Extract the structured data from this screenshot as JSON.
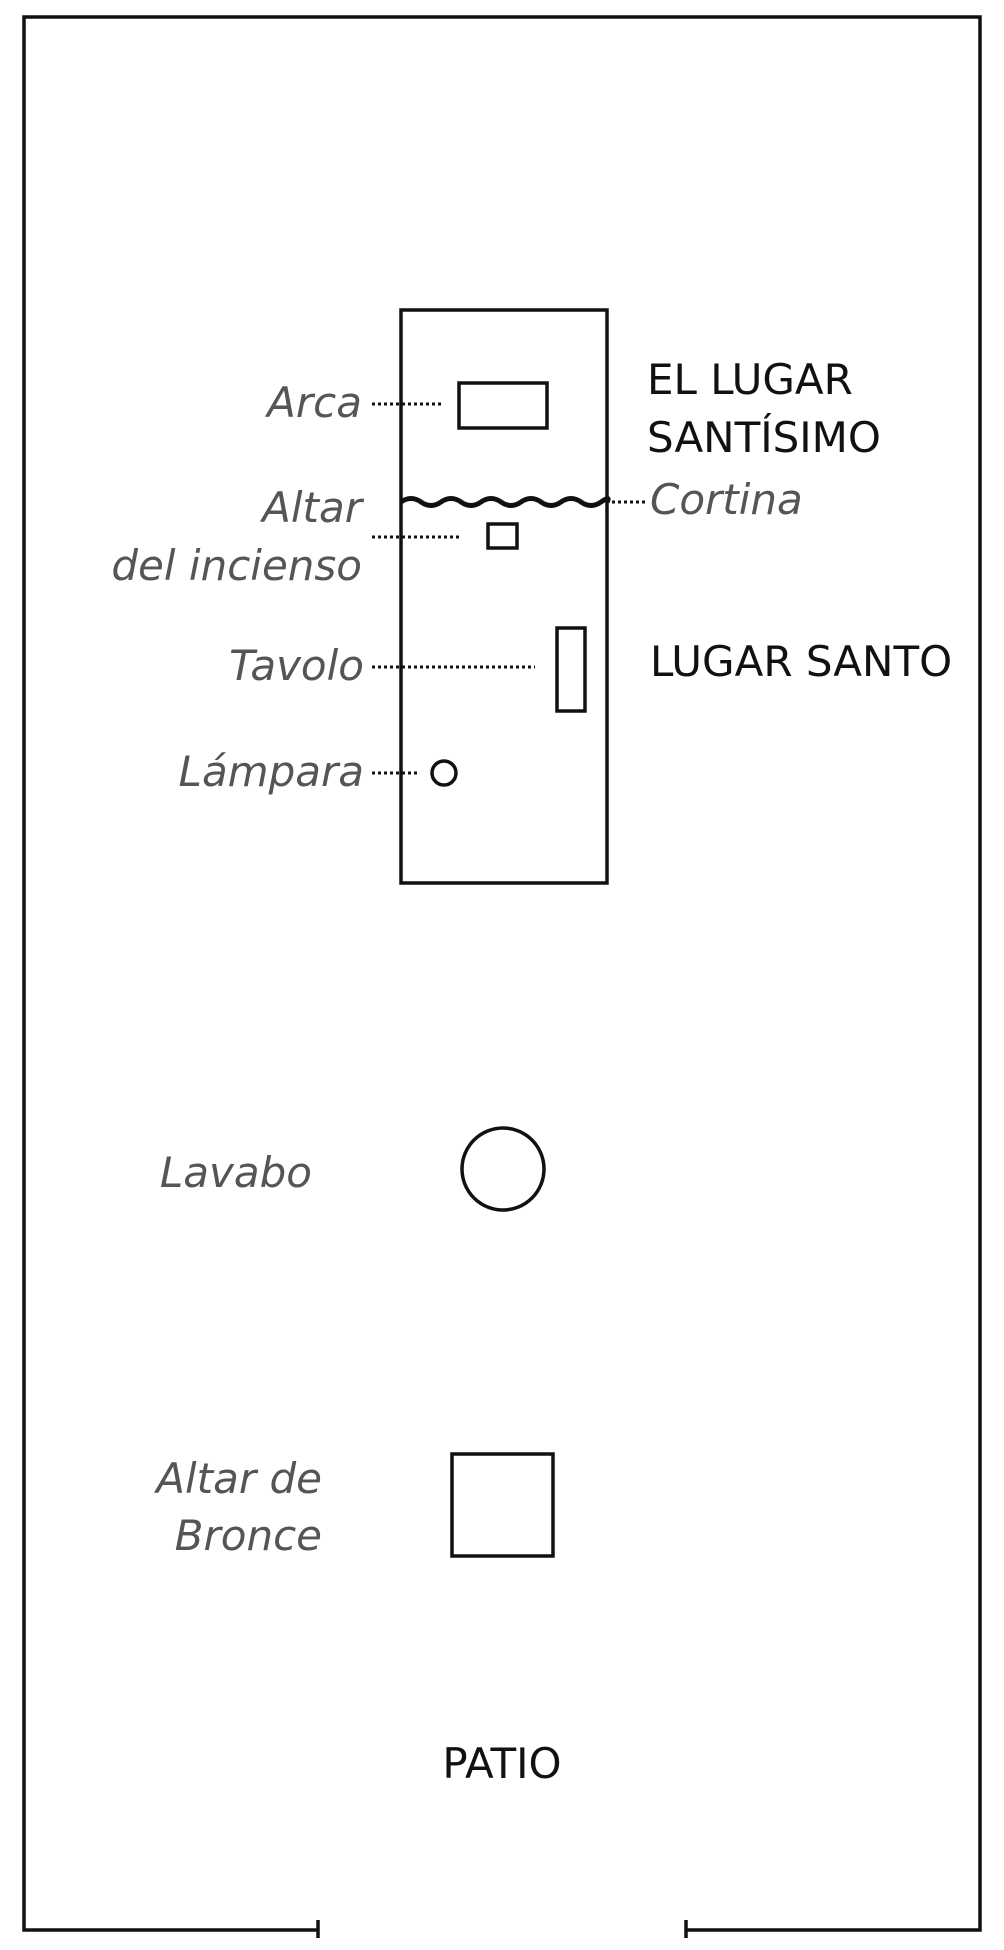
{
  "labels": {
    "arca": "Arca",
    "altar_incienso_1": "Altar",
    "altar_incienso_2": "del incienso",
    "tavolo": "Tavolo",
    "lampara": "Lámpara",
    "cortina": "Cortina",
    "lavabo": "Lavabo",
    "altar_bronce_1": "Altar de",
    "altar_bronce_2": "Bronce"
  },
  "areas": {
    "lugar_santisimo_1": "EL LUGAR",
    "lugar_santisimo_2": "SANTÍSIMO",
    "lugar_santo": "LUGAR SANTO",
    "patio": "PATIO"
  }
}
